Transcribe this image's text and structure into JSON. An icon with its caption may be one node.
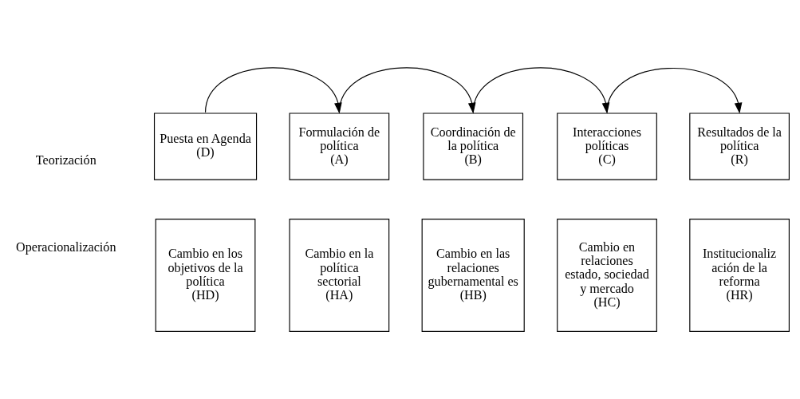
{
  "diagram": {
    "nodes": [
      {
        "text": [
          "Puesta en Agenda",
          "(D)"
        ]
      },
      {
        "text": [
          "Formulación de política",
          "(A)"
        ]
      },
      {
        "text": [
          "Coordinación de la política",
          "(B)"
        ]
      },
      {
        "text": [
          "Interacciones políticas",
          "(C)"
        ]
      },
      {
        "text": [
          "Resultados de la política",
          "(R)"
        ]
      },
      {
        "text": [
          "Cambio en los objetivos de la política",
          "(HD)"
        ]
      },
      {
        "text": [
          "Cambio en la política sectorial",
          "(HA)"
        ]
      },
      {
        "text": [
          "Cambio en las relaciones gubernamental es",
          "(HB)"
        ]
      },
      {
        "text": [
          "Cambio en relaciones estado, sociedad y mercado",
          "(HC)"
        ]
      },
      {
        "text": [
          "Institucionaliz ación de la reforma",
          "(HR)"
        ]
      }
    ],
    "edges": [
      {
        "from": 0,
        "to": 1,
        "arrow": "to"
      },
      {
        "from": 1,
        "to": 2,
        "arrow": "to"
      },
      {
        "from": 2,
        "to": 3,
        "arrow": "to"
      },
      {
        "from": 3,
        "to": 4,
        "arrow": "to"
      }
    ],
    "labels": [
      "Teorización",
      "Operacionalización"
    ]
  }
}
